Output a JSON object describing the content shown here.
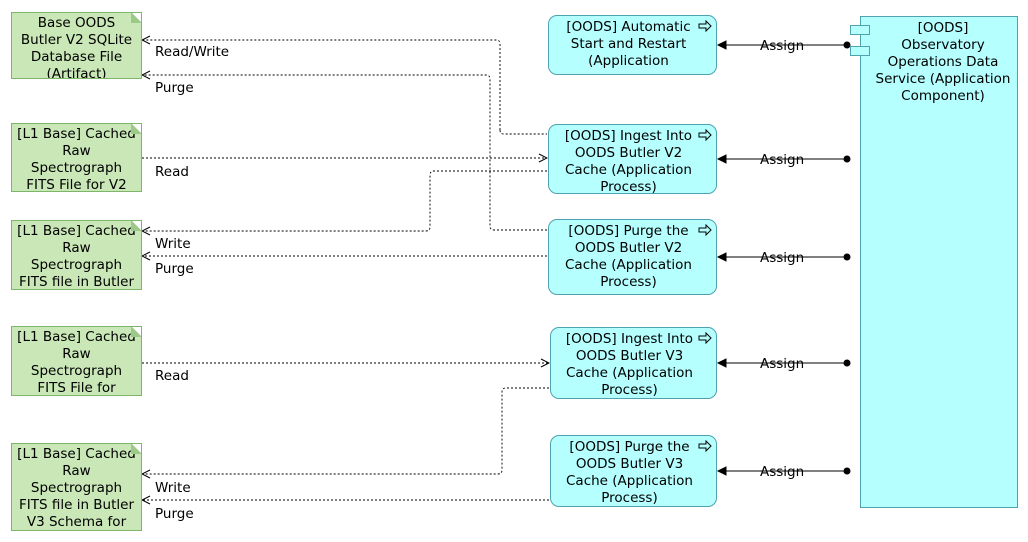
{
  "artifacts": [
    {
      "id": "a1",
      "label": "Base OODS Butler V2 SQLite Database File (Artifact)"
    },
    {
      "id": "a2",
      "label": "[L1 Base] Cached Raw Spectrograph FITS File for V2"
    },
    {
      "id": "a3",
      "label": "[L1 Base] Cached Raw Spectrograph FITS file in Butler"
    },
    {
      "id": "a4",
      "label": "[L1 Base] Cached Raw Spectrograph FITS File for"
    },
    {
      "id": "a5",
      "label": "[L1 Base] Cached Raw Spectrograph FITS file in Butler V3 Schema for"
    }
  ],
  "processes": [
    {
      "id": "p1",
      "label": "[OODS] Automatic Start and Restart (Application"
    },
    {
      "id": "p2",
      "label": "[OODS] Ingest Into OODS Butler V2 Cache (Application Process)"
    },
    {
      "id": "p3",
      "label": "[OODS] Purge the OODS Butler V2 Cache (Application Process)"
    },
    {
      "id": "p4",
      "label": "[OODS] Ingest Into OODS Butler V3 Cache (Application Process)"
    },
    {
      "id": "p5",
      "label": "[OODS] Purge the OODS Butler V3 Cache (Application Process)"
    }
  ],
  "component": {
    "label": "[OODS] Observatory Operations Data Service (Application Component)"
  },
  "edge_labels": {
    "read_write": "Read/Write",
    "purge_1": "Purge",
    "read_1": "Read",
    "write_1": "Write",
    "purge_2": "Purge",
    "read_2": "Read",
    "write_2": "Write",
    "purge_3": "Purge",
    "assign_1": "Assign",
    "assign_2": "Assign",
    "assign_3": "Assign",
    "assign_4": "Assign",
    "assign_5": "Assign"
  },
  "icons": {
    "process": "process-arrow-icon",
    "component": "component-icon"
  },
  "colors": {
    "artifact_fill": "#c9e7b7",
    "artifact_border": "#7fb56b",
    "application_fill": "#b5ffff",
    "application_border": "#4fa3b0",
    "line": "#000000"
  }
}
